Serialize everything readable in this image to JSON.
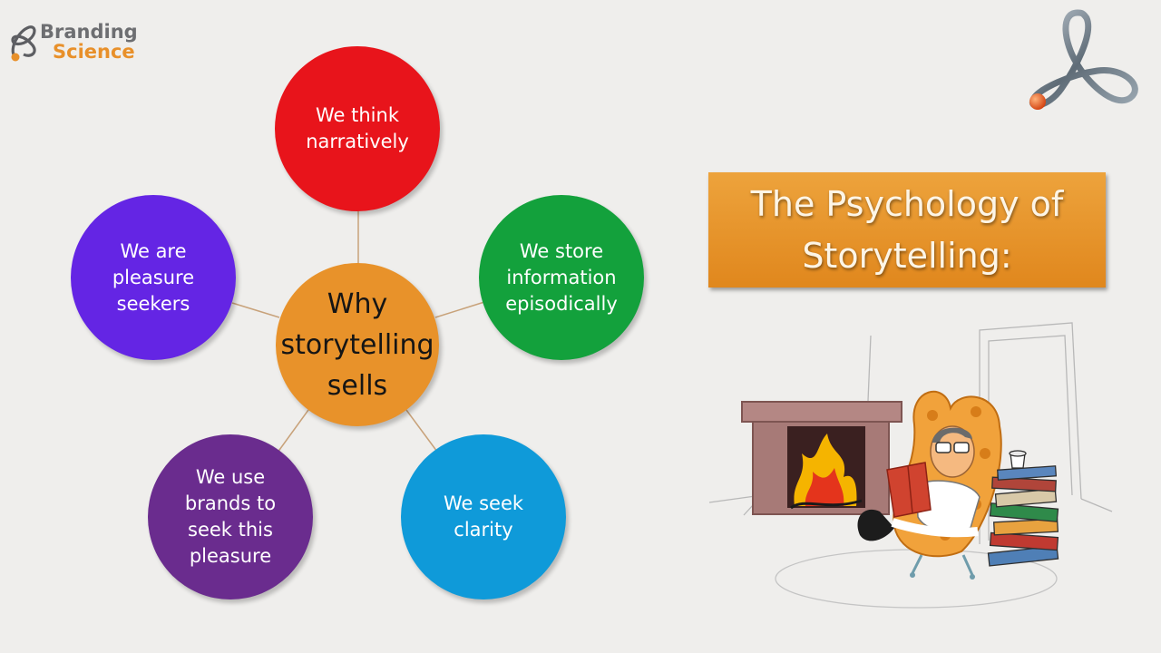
{
  "logo": {
    "line1": "Branding",
    "line2": "Science"
  },
  "title": "The Psychology of\nStorytelling:",
  "center": {
    "label": "Why\nstorytelling\nsells",
    "color": "#e8922a"
  },
  "nodes": [
    {
      "label": "We think\nnarratively",
      "color": "#e8141b"
    },
    {
      "label": "We store\ninformation\nepisodically",
      "color": "#13a13c"
    },
    {
      "label": "We seek\nclarity",
      "color": "#0f9ad9"
    },
    {
      "label": "We use\nbrands to\nseek this\npleasure",
      "color": "#6a2c8e"
    },
    {
      "label": "We are\npleasure\nseekers",
      "color": "#6425e4"
    }
  ],
  "colors": {
    "accent_orange": "#e8922a",
    "connector": "#c8a27a",
    "background": "#efeeec"
  },
  "icons": [
    "branding-science-logo-icon",
    "trefoil-knot-icon",
    "reading-by-fireplace-illustration"
  ]
}
